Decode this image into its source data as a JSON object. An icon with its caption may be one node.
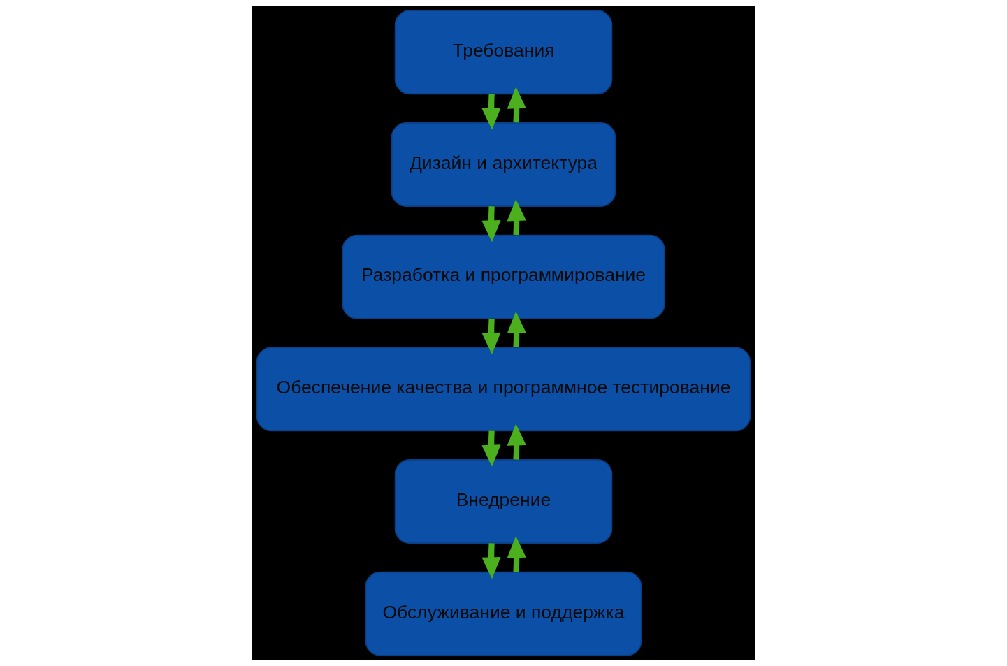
{
  "diagram": {
    "nodes": [
      {
        "text": [
          "Требования"
        ]
      },
      {
        "text": [
          "Дизайн и архитектура"
        ]
      },
      {
        "text": [
          "Разработка и программирование"
        ]
      },
      {
        "text": [
          "Обеспечение качества и программное тестирование"
        ]
      },
      {
        "text": [
          "Внедрение"
        ]
      },
      {
        "text": [
          "Обслуживание и поддержка"
        ]
      }
    ],
    "edges": [
      {
        "from": 0,
        "to": 1,
        "arrow": "to"
      },
      {
        "from": 1,
        "to": 0,
        "arrow": "to"
      },
      {
        "from": 1,
        "to": 2,
        "arrow": "to"
      },
      {
        "from": 2,
        "to": 1,
        "arrow": "to"
      },
      {
        "from": 2,
        "to": 3,
        "arrow": "to"
      },
      {
        "from": 3,
        "to": 2,
        "arrow": "to"
      },
      {
        "from": 3,
        "to": 4,
        "arrow": "to"
      },
      {
        "from": 4,
        "to": 3,
        "arrow": "to"
      },
      {
        "from": 4,
        "to": 5,
        "arrow": "to"
      },
      {
        "from": 5,
        "to": 4,
        "arrow": "to"
      }
    ]
  }
}
